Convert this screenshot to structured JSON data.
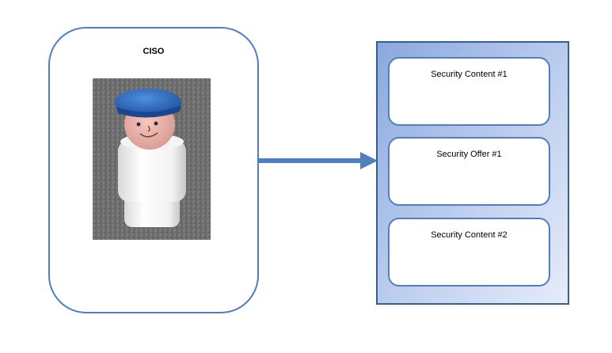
{
  "persona": {
    "title": "CISO"
  },
  "content_panel": {
    "items": [
      {
        "label": "Security Content #1"
      },
      {
        "label": "Security Offer #1"
      },
      {
        "label": "Security Content #2"
      }
    ]
  },
  "colors": {
    "outline_blue": "#4f7fc0",
    "arrow_blue": "#4f7fc0",
    "panel_border": "#365f91",
    "panel_gradient_start": "#8aa8de",
    "panel_gradient_end": "#e6edf9"
  }
}
